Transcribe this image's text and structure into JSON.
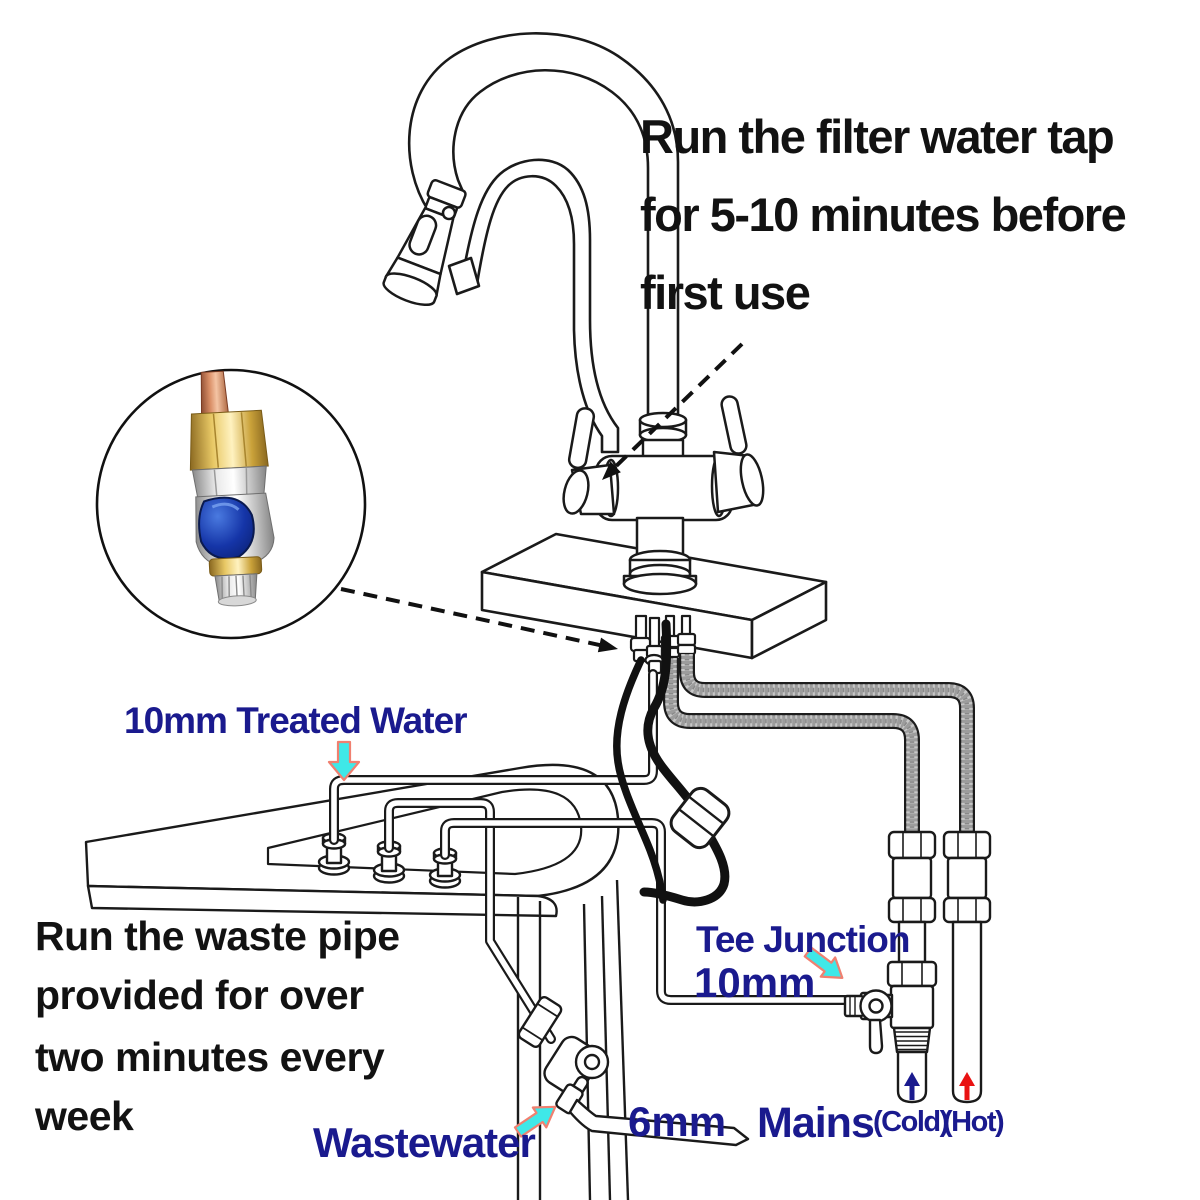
{
  "diagram": {
    "top_note": {
      "lines": [
        "Run the filter water tap",
        "for 5-10 minutes before",
        "first use"
      ]
    },
    "waste_note": {
      "lines": [
        "Run the waste pipe",
        "provided for over",
        "two minutes every",
        "week"
      ]
    },
    "labels": {
      "treated_water": "10mm Treated Water",
      "tee_junction": "Tee Junction",
      "tee_size": "10mm",
      "wastewater": "Wastewater",
      "waste_pipe_size": "6mm",
      "mains": "Mains",
      "cold": "(Cold)",
      "hot": "(Hot)"
    },
    "icons": {
      "treated_water_pointer": "cyan-down-arrow",
      "tee_junction_pointer": "cyan-diagonal-arrow",
      "wastewater_pointer": "cyan-diagonal-arrow",
      "cold_flow": "navy-up-arrow",
      "hot_flow": "red-up-arrow",
      "callout_first_use": "black-dashed-arrow",
      "callout_valve_inset": "black-dashed-arrow"
    },
    "colors": {
      "note_black": "#121212",
      "label_navy": "#1A1A8E",
      "cyan_arrow_fill": "#3FE8E8",
      "cyan_arrow_stroke": "#F08070",
      "cold_arrow": "#1A1A8E",
      "hot_arrow": "#E91212",
      "line_art": "#1A1A1A",
      "braided_hose": "#9C9C9C",
      "inset_brass": "#E8C865",
      "inset_blue_handle": "#1535A8"
    }
  }
}
